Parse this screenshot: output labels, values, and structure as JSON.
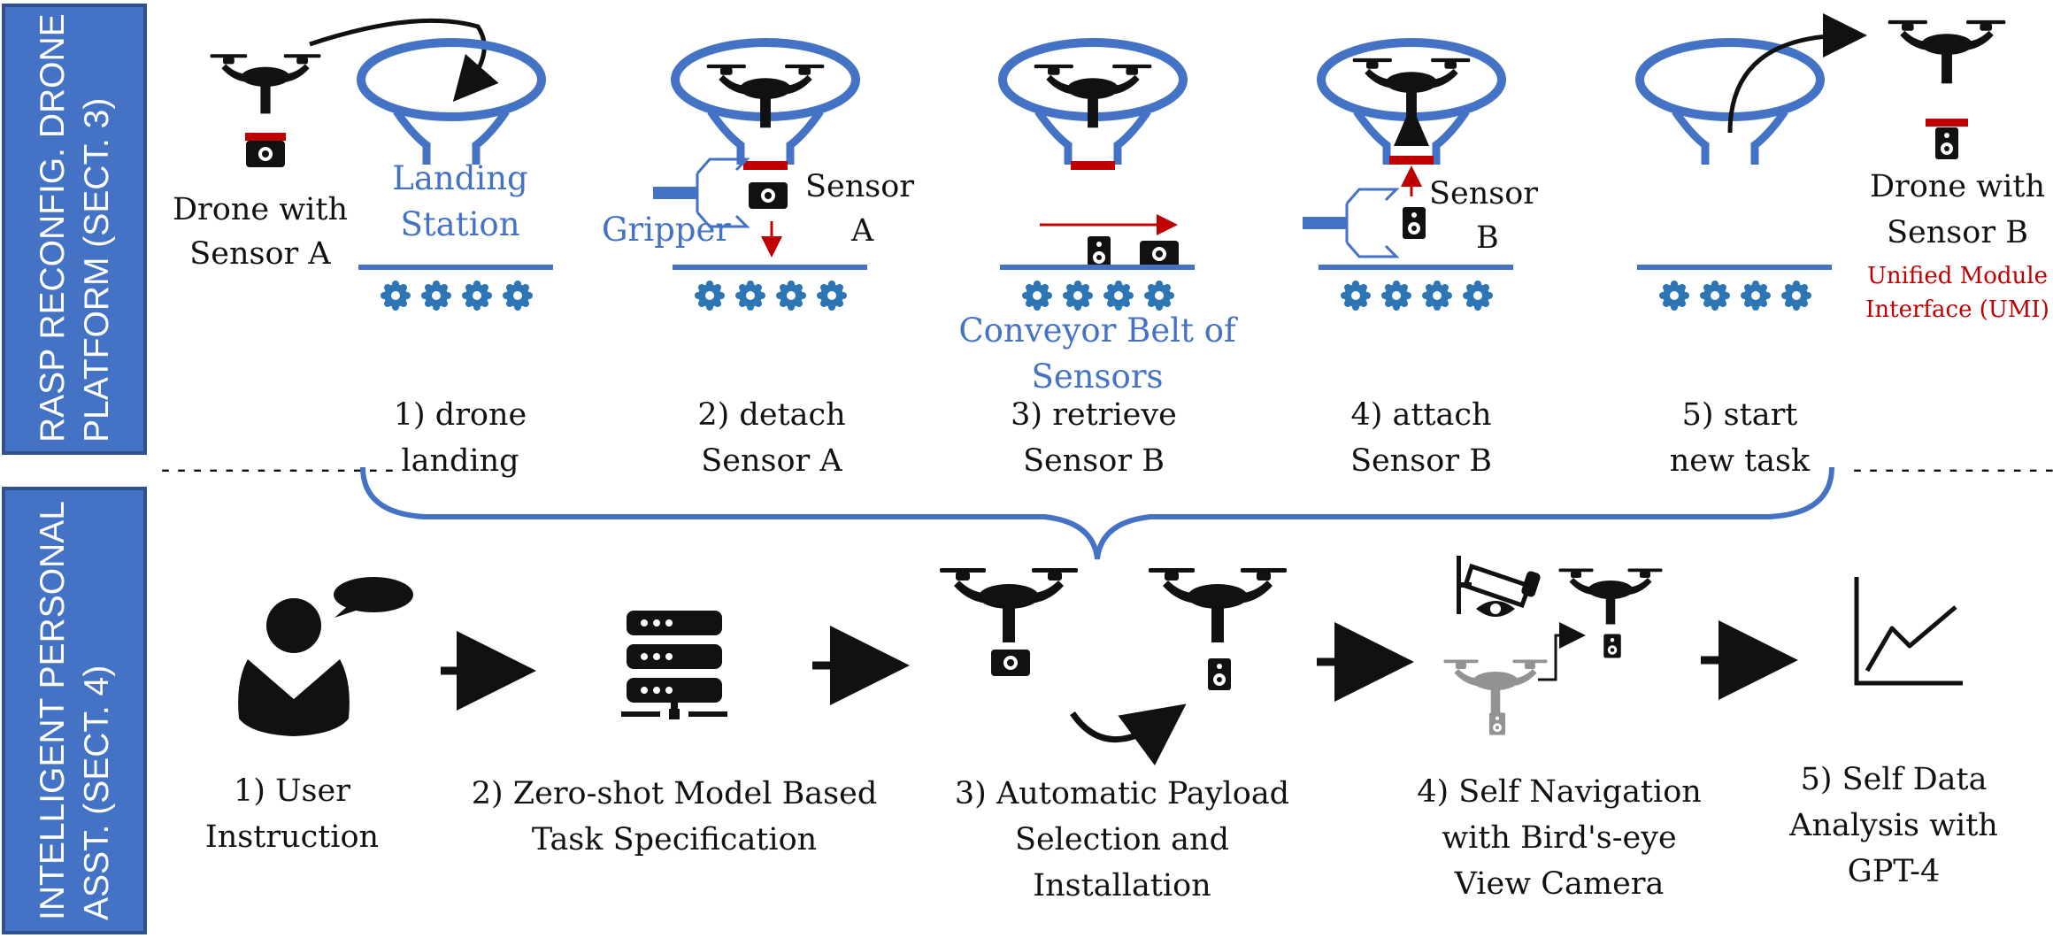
{
  "side_panels": {
    "top": [
      "RASP RECONFIG. DRONE",
      "PLATFORM (SECT. 3)"
    ],
    "bottom": [
      "INTELLIGENT PERSONAL",
      "ASST. (SECT. 4)"
    ]
  },
  "top": {
    "drone_a_label": [
      "Drone with",
      "Sensor A"
    ],
    "landing_station": [
      "Landing",
      "Station"
    ],
    "gripper": "Gripper",
    "sensor_a": [
      "Sensor",
      "A"
    ],
    "conveyor": [
      "Conveyor Belt of",
      "Sensors"
    ],
    "sensor_b": [
      "Sensor",
      "B"
    ],
    "drone_b_label": [
      "Drone with",
      "Sensor B"
    ],
    "umi": [
      "Unified Module",
      "Interface (UMI)"
    ],
    "steps": [
      [
        "1) drone",
        "landing"
      ],
      [
        "2) detach",
        "Sensor A"
      ],
      [
        "3) retrieve",
        "Sensor B"
      ],
      [
        "4) attach",
        "Sensor B"
      ],
      [
        "5) start",
        "new task"
      ]
    ],
    "dashes": "---------------"
  },
  "bottom": {
    "steps": [
      [
        "1) User",
        "Instruction"
      ],
      [
        "2) Zero-shot Model Based",
        "Task Specification"
      ],
      [
        "3) Automatic Payload",
        "Selection and",
        "Installation"
      ],
      [
        "4) Self Navigation",
        "with Bird's-eye",
        "View Camera"
      ],
      [
        "5) Self Data",
        "Analysis with",
        "GPT-4"
      ]
    ]
  },
  "colors": {
    "panel": "#4472C4",
    "panel_border": "#2F528F",
    "station": "#4472C4",
    "wheel": "#2E75B6",
    "umi": "#C00000"
  },
  "icons": [
    "drone-icon",
    "sensor-camera-icon",
    "sensor-speaker-icon",
    "landing-station-icon",
    "gripper-icon",
    "conveyor-wheel-icon",
    "user-icon",
    "speech-bubble-icon",
    "server-icon",
    "arrow-icon",
    "cctv-icon",
    "eye-icon",
    "line-chart-icon"
  ]
}
